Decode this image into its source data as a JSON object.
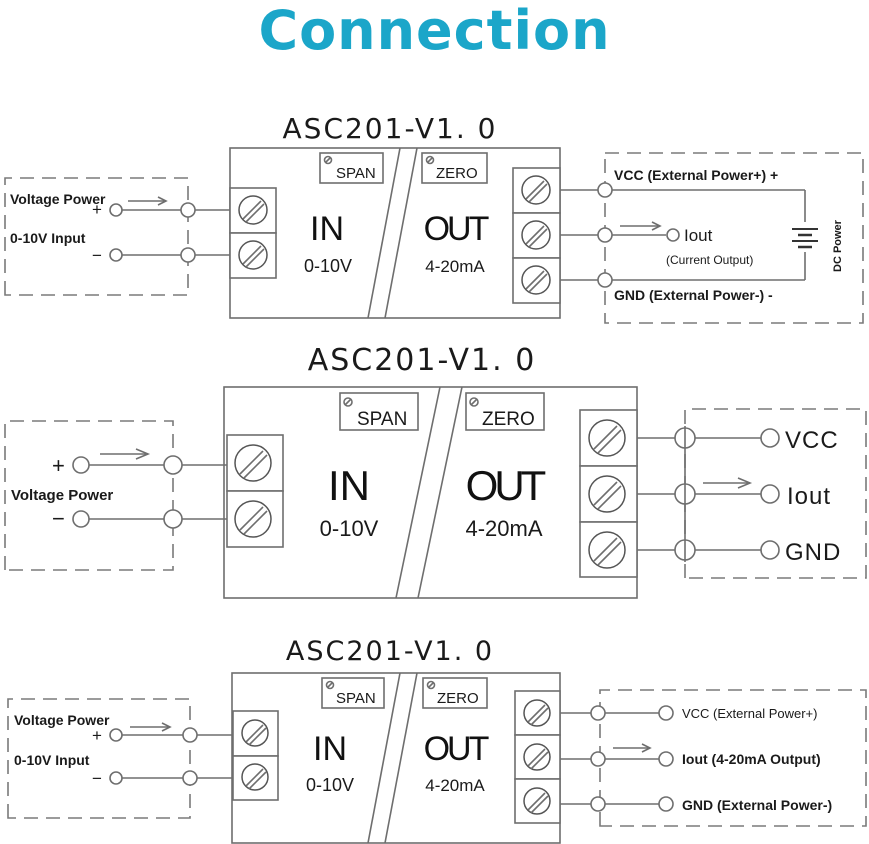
{
  "title": "Connection",
  "colors": {
    "title": "#1ba6c9",
    "line": "#6e6e6e",
    "text": "#1a1a1a"
  },
  "diagrams": [
    {
      "model": "ASC201-V1. 0",
      "span_label": "SPAN",
      "zero_label": "ZERO",
      "in_label": "IN",
      "in_range": "0-10V",
      "out_label": "OUT",
      "out_range": "4-20mA",
      "input_labels": [
        "Voltage Power",
        "0-10V Input"
      ],
      "input_polarity": [
        "+",
        "−"
      ],
      "output_labels": {
        "vcc": "VCC (External Power+) +",
        "iout": "Iout",
        "iout_note": "(Current Output)",
        "gnd": "GND (External Power-) -",
        "supply": "DC Power"
      }
    },
    {
      "model": "ASC201-V1. 0",
      "span_label": "SPAN",
      "zero_label": "ZERO",
      "in_label": "IN",
      "in_range": "0-10V",
      "out_label": "OUT",
      "out_range": "4-20mA",
      "input_labels": [
        "Voltage Power"
      ],
      "input_polarity": [
        "+",
        "−"
      ],
      "output_labels": {
        "vcc": "VCC",
        "iout": "Iout",
        "gnd": "GND"
      }
    },
    {
      "model": "ASC201-V1. 0",
      "span_label": "SPAN",
      "zero_label": "ZERO",
      "in_label": "IN",
      "in_range": "0-10V",
      "out_label": "OUT",
      "out_range": "4-20mA",
      "input_labels": [
        "Voltage Power",
        "0-10V Input"
      ],
      "input_polarity": [
        "+",
        "−"
      ],
      "output_labels": {
        "vcc": "VCC (External Power+)",
        "iout": "Iout (4-20mA Output)",
        "gnd": "GND (External Power-)"
      }
    }
  ]
}
